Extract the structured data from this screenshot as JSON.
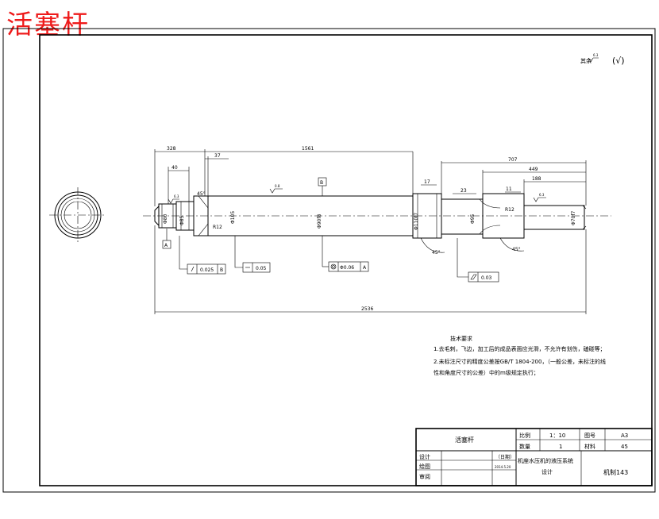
{
  "title": "活塞杆",
  "roughness_note": {
    "prefix": "其余",
    "value": "6.3",
    "mark": "(√)"
  },
  "dimensions": {
    "d_328": "328",
    "d_37": "37",
    "d_1561": "1561",
    "d_40": "40",
    "d_707": "707",
    "d_449": "449",
    "d_188": "188",
    "d_17": "17",
    "d_23": "23",
    "d_11": "11",
    "d_2536": "2536",
    "dia_left": "Φ80",
    "dia_shoulder": "Φ85",
    "dia_neck": "Φ105",
    "dia_main": "Φ90f8",
    "dia_piston": "Φ110f7",
    "dia_mid": "Φ95",
    "dia_right": "Φ70f7",
    "radius_r12a": "R12",
    "radius_r12b": "R12",
    "chamfer_left": "45°",
    "chamfer_a": "45°",
    "chamfer_b": "45°",
    "rough_a": "6.3",
    "rough_b": "0.8",
    "rough_c": "6.3"
  },
  "datums": {
    "A": "A",
    "B": "B"
  },
  "tolerances": {
    "runout": {
      "value": "0.025",
      "datum": "B"
    },
    "straightness": {
      "value": "0.05"
    },
    "coaxiality": {
      "value": "Φ0.06",
      "datum": "A"
    },
    "cylindricity": {
      "value": "0.03"
    }
  },
  "tech_requirements": {
    "heading": "技术要求",
    "lines": [
      "1.去毛刺，飞边，加工后的成品表面应光滑，不允许有划伤，磕碰等；",
      "2.未标注尺寸的精度公差按GB/T 1804-200，（一般公差，未标注的线",
      "性和角度尺寸的公差）中的m级规定执行；"
    ]
  },
  "title_block": {
    "part_name": "活塞杆",
    "scale_label": "比例",
    "scale_value": "1：10",
    "drawing_no_label": "图号",
    "drawing_no_value": "A3",
    "qty_label": "数量",
    "qty_value": "1",
    "material_label": "材料",
    "material_value": "45",
    "design_label": "设计",
    "drawn_label": "绘图",
    "review_label": "审阅",
    "date_label": "（日期）",
    "date_value": "2014.5.20",
    "project_line1": "机座水压机的液压系统",
    "project_line2": "设计",
    "class_value": "机制143"
  },
  "colors": {
    "title": "#ee1b1b",
    "lines": "#000000"
  }
}
